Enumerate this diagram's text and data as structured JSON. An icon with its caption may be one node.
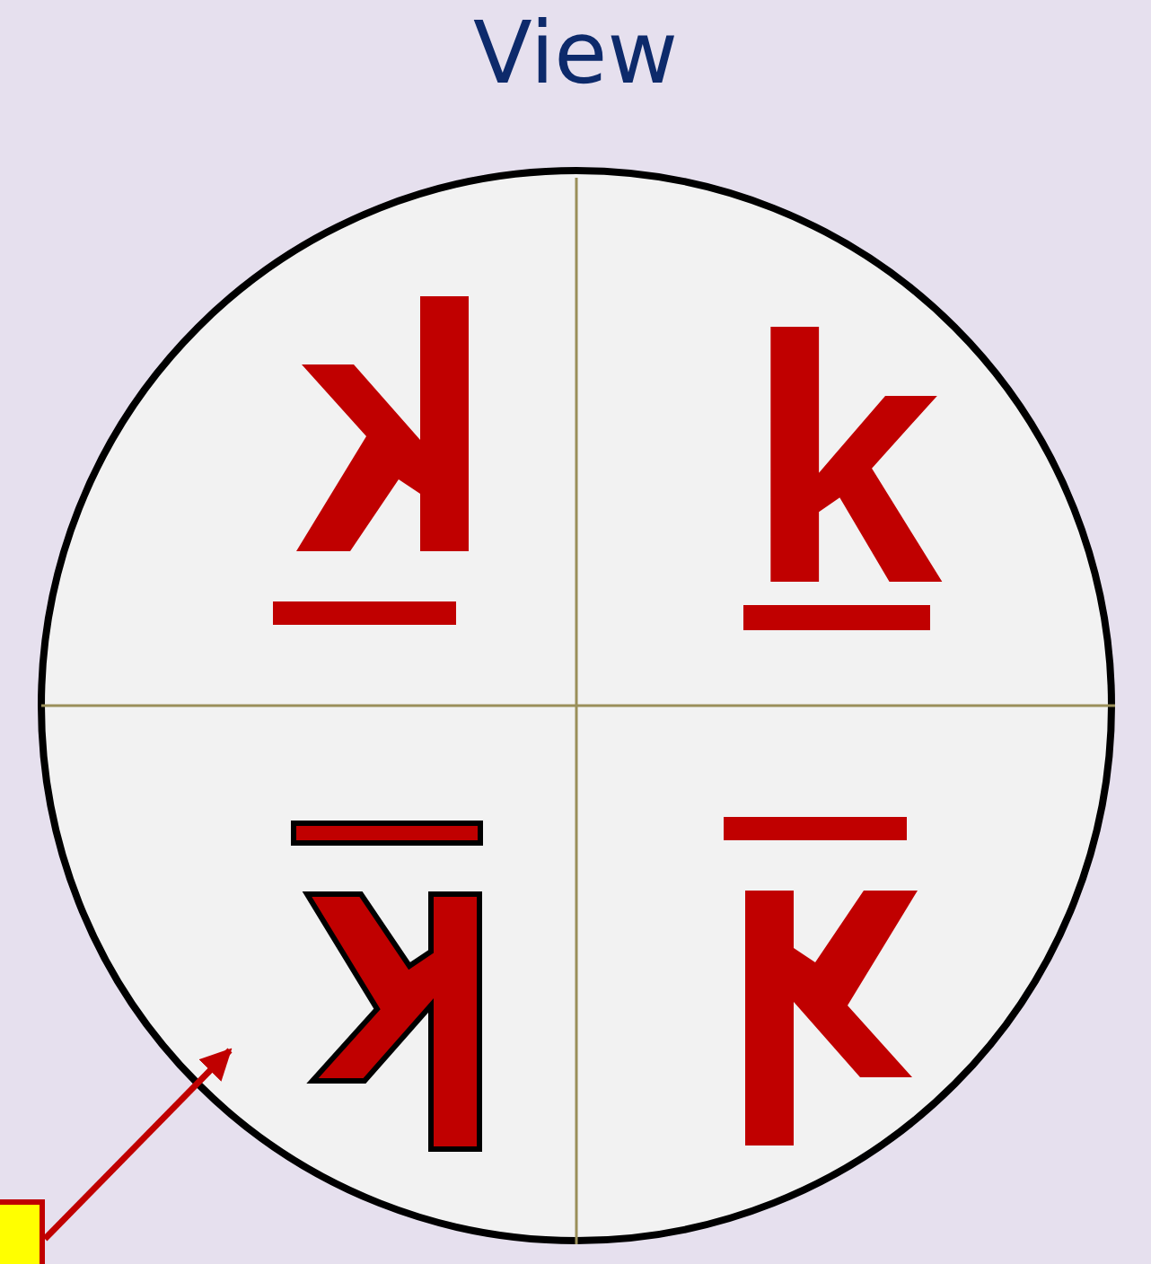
{
  "diagram": {
    "title": "View",
    "nodes": [
      {
        "text": [],
        "shape": "circle"
      },
      {
        "text": [],
        "shape": "picture",
        "in": 0
      },
      {
        "text": [
          "k"
        ],
        "in": 0
      },
      {
        "text": [],
        "shape": "picture",
        "in": 0
      },
      {
        "text": [],
        "shape": "picture",
        "in": 0
      },
      {
        "text": [],
        "shape": "box"
      }
    ],
    "edges": [
      {
        "from": 5,
        "to": 3,
        "arrow": "to",
        "color": "#c00000"
      }
    ]
  }
}
